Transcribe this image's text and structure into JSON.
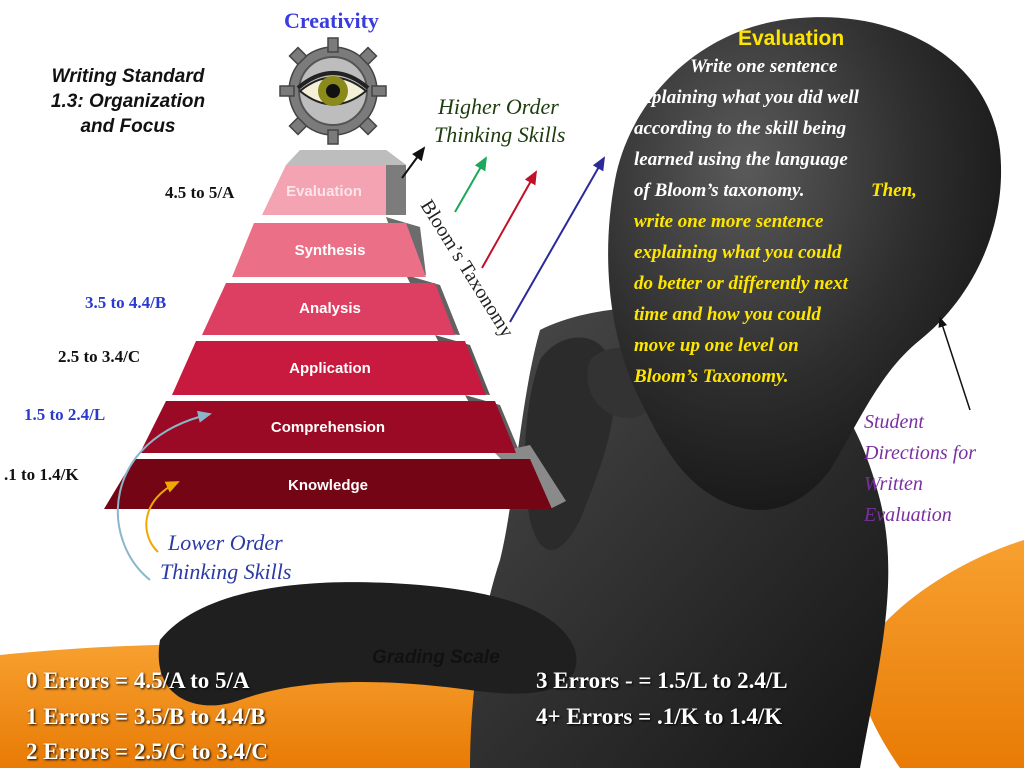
{
  "creativity_label": "Creativity",
  "writing_standard": {
    "line1": "Writing Standard",
    "line2": "1.3: Organization",
    "line3": "and Focus"
  },
  "higher_order": {
    "line1": "Higher Order",
    "line2": "Thinking Skills"
  },
  "lower_order": {
    "line1": "Lower Order",
    "line2": "Thinking Skills"
  },
  "taxonomy_label": "Bloom’s Taxonomy",
  "pyramid_levels": [
    "Evaluation",
    "Synthesis",
    "Analysis",
    "Application",
    "Comprehension",
    "Knowledge"
  ],
  "grade_labels": {
    "a": "4.5 to 5/A",
    "b": "3.5 to 4.4/B",
    "c": "2.5 to 3.4/C",
    "l": "1.5 to 2.4/L",
    "k": ".1 to 1.4/K"
  },
  "evaluation_box": {
    "heading": "Evaluation",
    "lines": [
      "Write  one sentence",
      "explaining what you did well",
      "according to the skill being",
      "learned  using the language",
      "of Bloom’s taxonomy.",
      "Then,",
      "write one more sentence",
      "explaining what you could",
      "do better or differently next",
      "time and how you could",
      "move up one level on",
      "Bloom’s Taxonomy."
    ]
  },
  "student_directions": {
    "line1": "Student",
    "line2": "Directions for",
    "line3": "Written",
    "line4": "Evaluation"
  },
  "grading_scale": {
    "title": "Grading Scale",
    "items": [
      "0 Errors = 4.5/A  to 5/A",
      "1 Errors = 3.5/B to 4.4/B",
      "2 Errors = 2.5/C to 3.4/C",
      "3 Errors - = 1.5/L  to 2.4/L",
      "4+ Errors = .1/K  to 1.4/K"
    ]
  },
  "colors": {
    "orange": "#f38a12",
    "figure": "#2a2a2a",
    "eval_yellow": "#ffe600",
    "level_evaluation": "#f4a3b2",
    "level_synthesis": "#ec6f88",
    "level_analysis": "#dd3f62",
    "level_application": "#c71a3e",
    "level_comprehension": "#9a0a24",
    "level_knowledge": "#740515"
  }
}
